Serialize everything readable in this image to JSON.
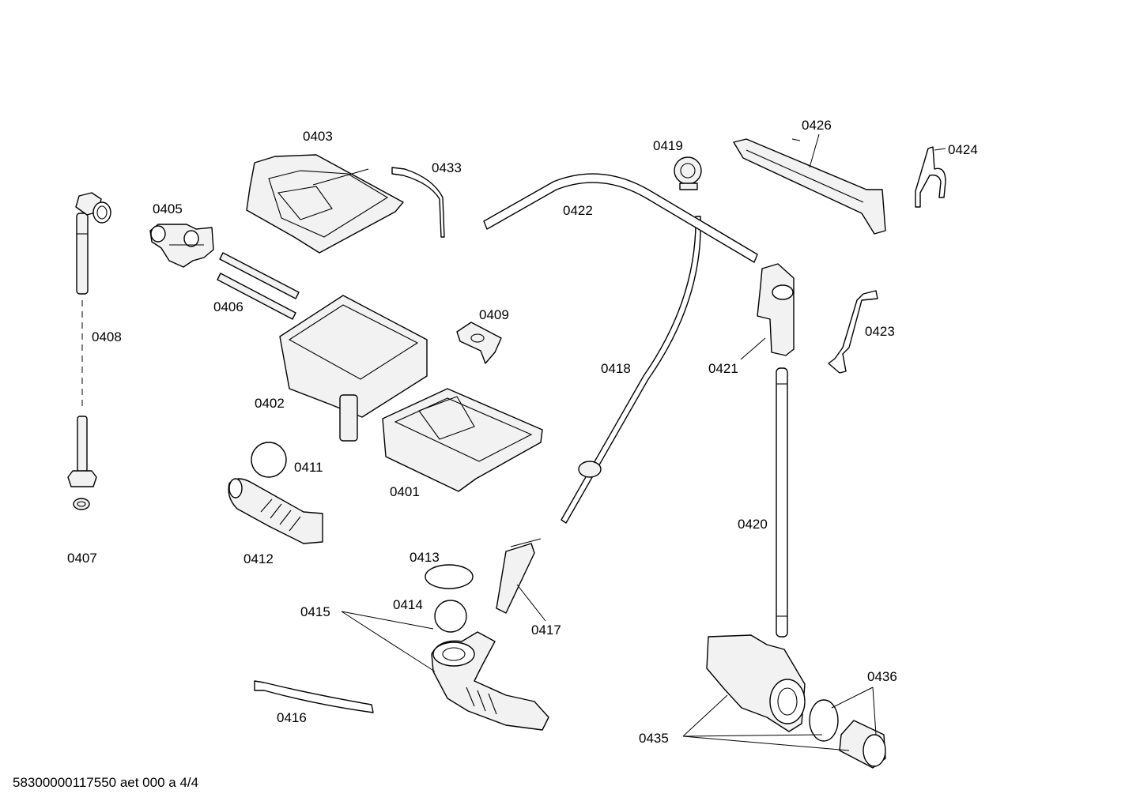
{
  "diagram": {
    "labels": {
      "p0401": "0401",
      "p0402": "0402",
      "p0403": "0403",
      "p0405": "0405",
      "p0406": "0406",
      "p0407": "0407",
      "p0408": "0408",
      "p0409": "0409",
      "p0411": "0411",
      "p0412": "0412",
      "p0413": "0413",
      "p0414": "0414",
      "p0415": "0415",
      "p0416": "0416",
      "p0417": "0417",
      "p0418": "0418",
      "p0419": "0419",
      "p0420": "0420",
      "p0421": "0421",
      "p0422": "0422",
      "p0423": "0423",
      "p0424": "0424",
      "p0426": "0426",
      "p0433": "0433",
      "p0435": "0435",
      "p0436": "0436"
    },
    "footer_text": "58300000117550 aet 000 a 4/4"
  }
}
